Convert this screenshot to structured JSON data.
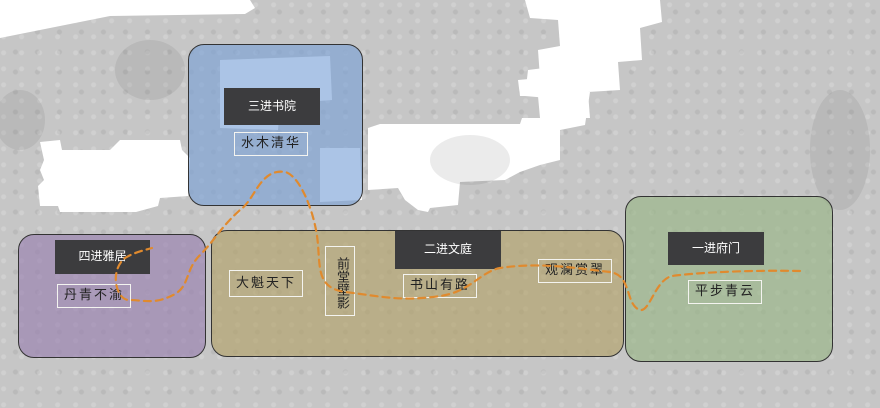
{
  "zones": [
    {
      "id": "zone-1",
      "title": "一进府门",
      "labels": [
        "平步青云"
      ],
      "color": "#96b482"
    },
    {
      "id": "zone-2",
      "title": "二进文庭",
      "labels": [
        "大魁天下",
        "前堂壁影",
        "书山有路",
        "观澜赏翠"
      ],
      "color": "#b2a064"
    },
    {
      "id": "zone-3",
      "title": "三进书院",
      "labels": [
        "水木清华"
      ],
      "color": "#78a0d7"
    },
    {
      "id": "zone-4",
      "title": "四进雅居",
      "labels": [
        "丹青不渝"
      ],
      "color": "#967daf"
    }
  ],
  "path": {
    "color": "#e08a2e",
    "style": "dashed"
  },
  "background": {
    "color": "#c6c6c6",
    "building_color": "#ffffff"
  }
}
